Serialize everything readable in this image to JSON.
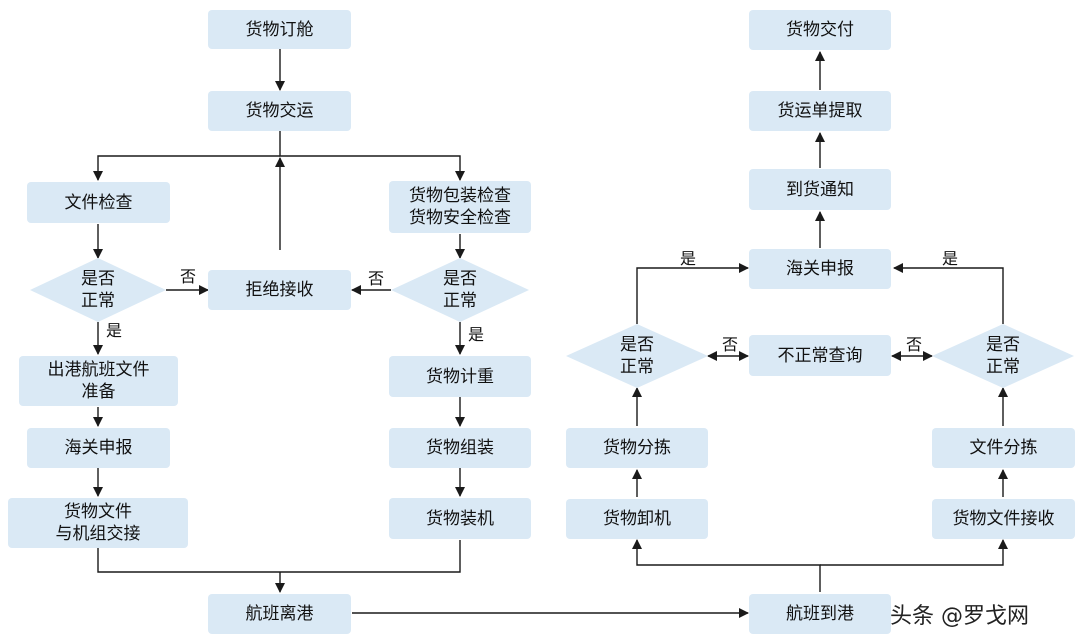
{
  "nodes": {
    "booking": "货物订舱",
    "consign": "货物交运",
    "doc_check": "文件检查",
    "reject": "拒绝接收",
    "pack_check": "货物包装检查\n货物安全检查",
    "out_prep": "出港航班文件\n准备",
    "customs_left": "海关申报",
    "handover": "货物文件\n与机组交接",
    "weigh": "货物计重",
    "assemble": "货物组装",
    "load": "货物装机",
    "depart": "航班离港",
    "arrive": "航班到港",
    "unload": "货物卸机",
    "sort": "货物分拣",
    "abnormal": "不正常查询",
    "customs_right": "海关申报",
    "notify": "到货通知",
    "waybill": "货运单提取",
    "deliver": "货物交付",
    "doc_receive": "货物文件接收",
    "doc_sort": "文件分拣"
  },
  "decisions": {
    "d_left": "是否\n正常",
    "d_mid": "是否\n正常",
    "d_r1": "是否\n正常",
    "d_r2": "是否\n正常"
  },
  "edge_labels": {
    "no_1": "否",
    "no_2": "否",
    "yes_1": "是",
    "yes_2": "是",
    "no_3": "否",
    "no_4": "否",
    "yes_3": "是",
    "yes_4": "是"
  },
  "watermark": "头条 @罗戈网",
  "colors": {
    "node_fill": "#dae9f5",
    "line": "#1a1a1a"
  }
}
